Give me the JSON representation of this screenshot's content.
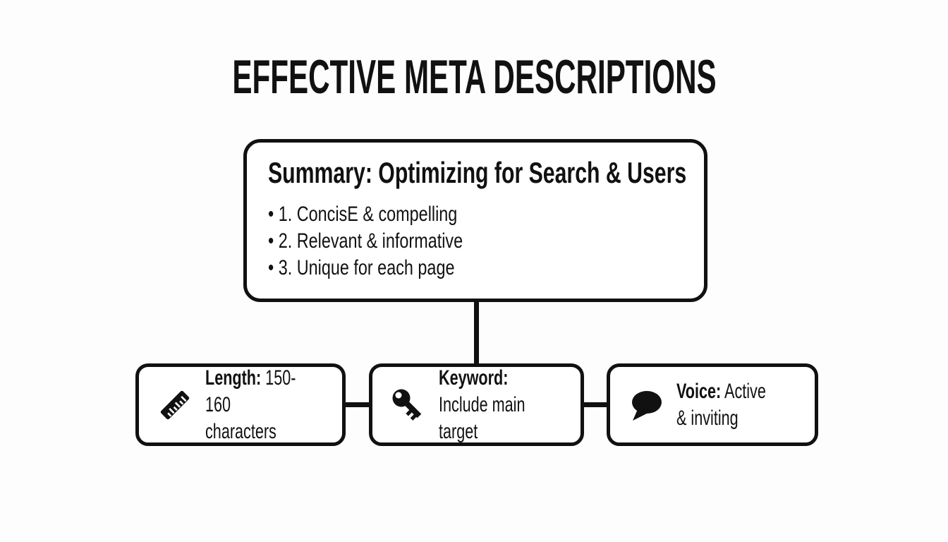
{
  "page": {
    "title": "EFFECTIVE META DESCRIPTIONS"
  },
  "summary": {
    "heading": "Summary: Optimizing for Search & Users",
    "bullets": [
      "1. ConcisE & compelling",
      "2. Relevant & informative",
      "3. Unique for each page"
    ]
  },
  "branches": [
    {
      "icon": "ruler-icon",
      "label": "Length:",
      "text": "150-160 characters"
    },
    {
      "icon": "key-icon",
      "label": "Keyword:",
      "text": "Include main target"
    },
    {
      "icon": "speech-bubble-icon",
      "label": "Voice:",
      "text": "Active & inviting"
    }
  ],
  "colors": {
    "ink": "#111111",
    "background": "#fdfdfd"
  }
}
